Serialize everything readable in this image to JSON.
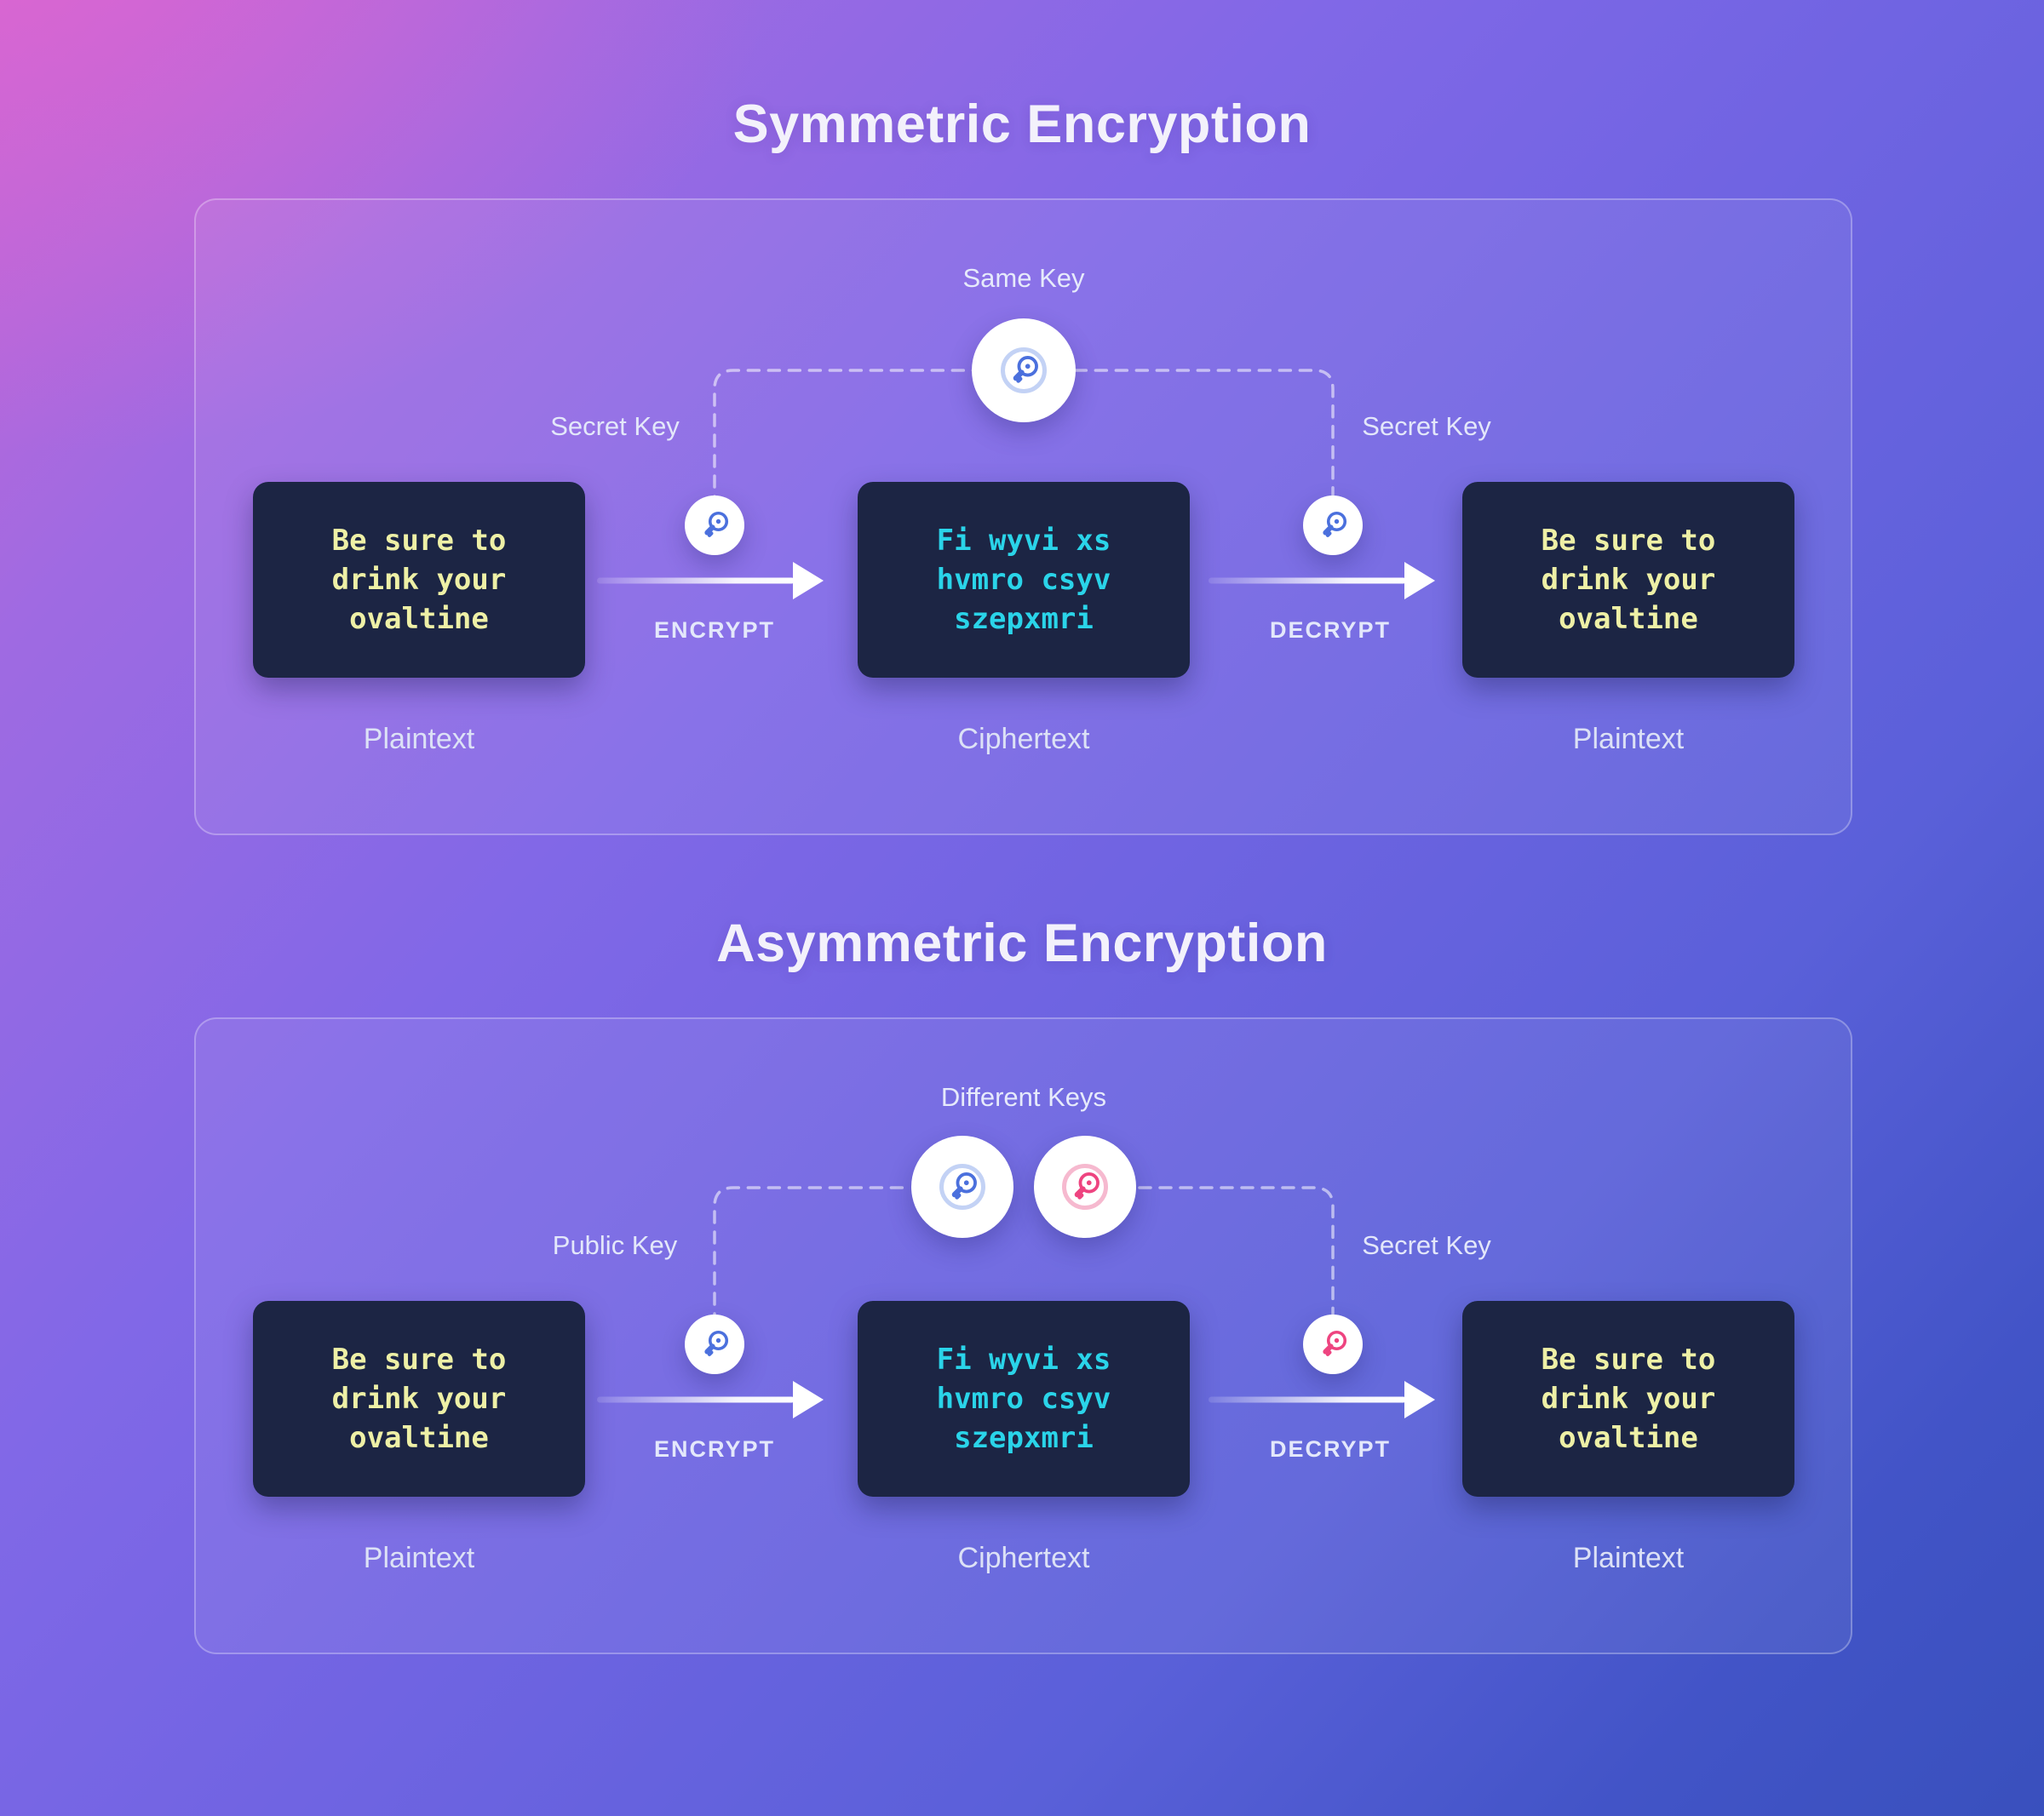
{
  "sections": [
    {
      "title": "Symmetric Encryption",
      "key_group_label": "Same Key",
      "left_key_label": "Secret Key",
      "right_key_label": "Secret Key",
      "encrypt_label": "ENCRYPT",
      "decrypt_label": "DECRYPT",
      "boxes": [
        {
          "lines": [
            "Be sure to",
            "drink your",
            "ovaltine"
          ],
          "caption": "Plaintext"
        },
        {
          "lines": [
            "Fi wyvi xs",
            "hvmro csyv",
            "szepxmri"
          ],
          "caption": "Ciphertext"
        },
        {
          "lines": [
            "Be sure to",
            "drink your",
            "ovaltine"
          ],
          "caption": "Plaintext"
        }
      ]
    },
    {
      "title": "Asymmetric Encryption",
      "key_group_label": "Different Keys",
      "left_key_label": "Public Key",
      "right_key_label": "Secret Key",
      "encrypt_label": "ENCRYPT",
      "decrypt_label": "DECRYPT",
      "boxes": [
        {
          "lines": [
            "Be sure to",
            "drink your",
            "ovaltine"
          ],
          "caption": "Plaintext"
        },
        {
          "lines": [
            "Fi wyvi xs",
            "hvmro csyv",
            "szepxmri"
          ],
          "caption": "Ciphertext"
        },
        {
          "lines": [
            "Be sure to",
            "drink your",
            "ovaltine"
          ],
          "caption": "Plaintext"
        }
      ]
    }
  ],
  "icons": {
    "key": "key-icon"
  },
  "colors": {
    "background_top_left": "#c667d6",
    "background_mid": "#7064e2",
    "background_bottom_right": "#3950bd",
    "box_background": "#1c2544",
    "plaintext_text": "#eef0a6",
    "ciphertext_text": "#2ad4e9",
    "key_blue": "#4b70dd",
    "key_pink": "#ee4480",
    "ring_blue": "#c3d2f5",
    "ring_pink": "#f6b9cf",
    "label_text": "#e3e7fa",
    "title_text": "#f3f1fb"
  }
}
